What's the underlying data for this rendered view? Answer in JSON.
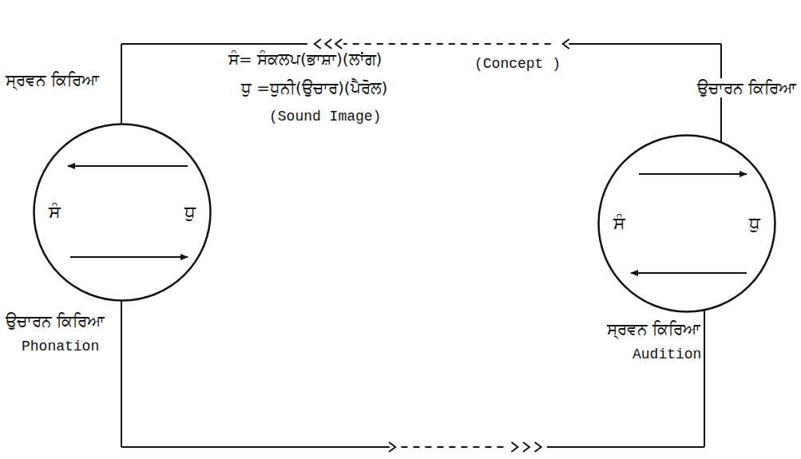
{
  "diagram": {
    "nodes": [
      {
        "text": [
          "ਸੰ",
          "ਧੁ"
        ]
      },
      {
        "text": [
          "ਸੰ",
          "ਧੁ"
        ]
      }
    ],
    "edges": [
      {
        "from": 1,
        "to": 0,
        "arrow": "to"
      },
      {
        "from": 0,
        "to": 1,
        "arrow": "to"
      }
    ],
    "labels": [
      "ਸ੍ਰਵਨ ਕਿਰਿਆ",
      "ਉਚਾਰਨ ਕਿਰਿਆ",
      "ਸੰ= ਸੰਕਲਪ(ਭਾਸ਼ਾ)(ਲਾਂਗ)",
      "(Concept )",
      "ਧੁ =ਧੁਨੀ(ਉਚਾਰ)(ਪੈਰੋਲ)",
      "(Sound Image)",
      "ਉਚਾਰਨ ਕਿਰਿਆ",
      "Phonation",
      "ਸ੍ਰਵਨ ਕਿਰਿਆ",
      "Audition"
    ]
  }
}
